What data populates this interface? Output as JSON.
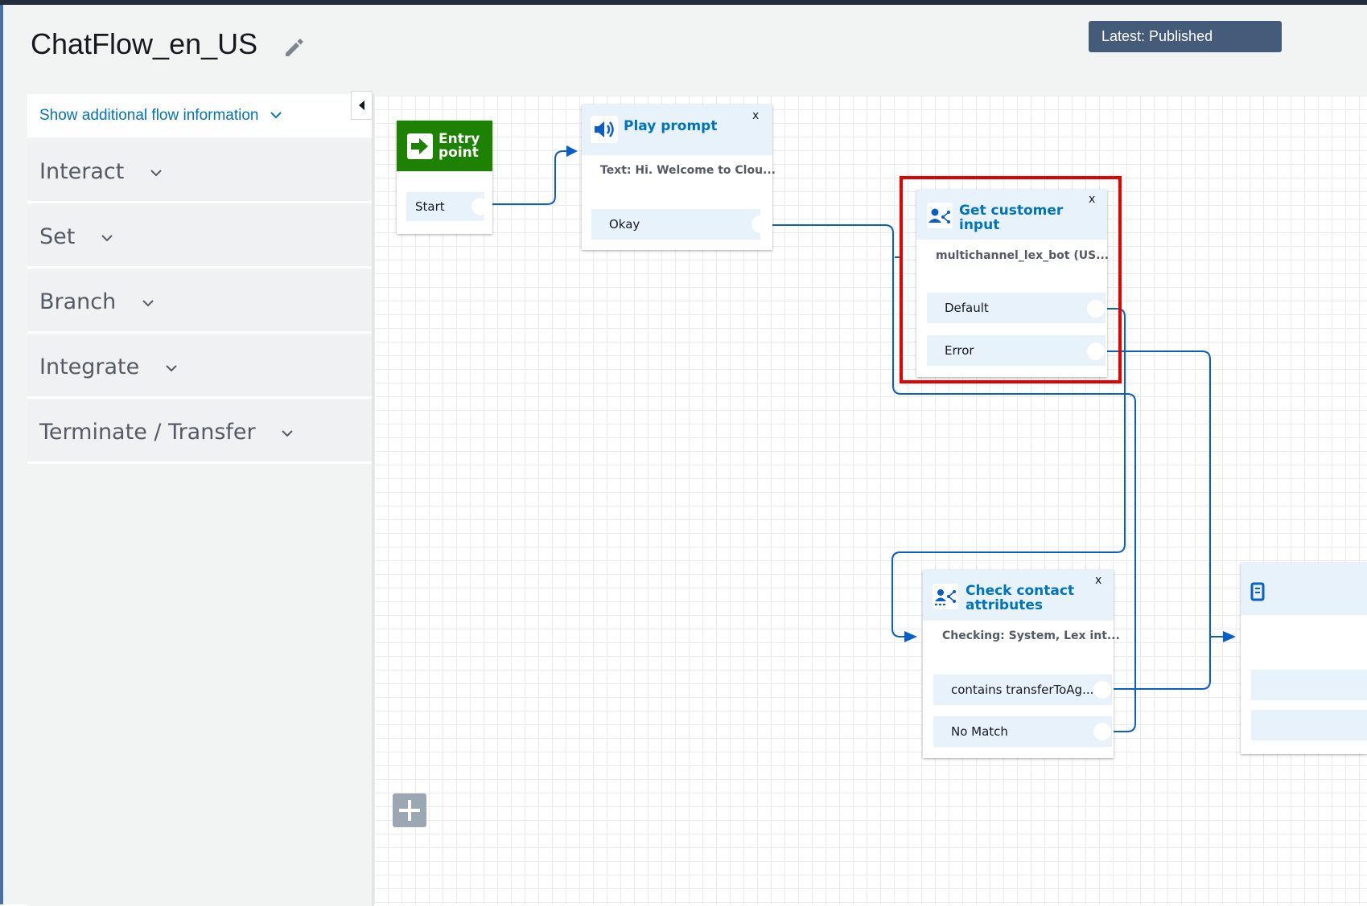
{
  "header": {
    "title": "ChatFlow_en_US",
    "version_status": "Latest: Published"
  },
  "sidebar": {
    "show_info_label": "Show additional flow information",
    "groups": [
      {
        "label": "Interact"
      },
      {
        "label": "Set"
      },
      {
        "label": "Branch"
      },
      {
        "label": "Integrate"
      },
      {
        "label": "Terminate / Transfer"
      }
    ]
  },
  "blocks": {
    "entry": {
      "title_line1": "Entry",
      "title_line2": "point",
      "branch": "Start"
    },
    "play_prompt": {
      "title": "Play prompt",
      "close": "x",
      "description": "Text: Hi. Welcome to Clou...",
      "branch": "Okay"
    },
    "get_input": {
      "title": "Get customer input",
      "close": "x",
      "description": "multichannel_lex_bot (US...",
      "branches": [
        "Default",
        "Error"
      ]
    },
    "check_attrs": {
      "title_line1": "Check contact",
      "title_line2": "attributes",
      "close": "x",
      "description": "Checking: System, Lex int...",
      "branches": [
        "contains transferToAg...",
        "No Match"
      ]
    }
  },
  "colors": {
    "accent": "#0073bb",
    "entry_green": "#1d8102",
    "highlight": "#e60000",
    "header_button": "#445c7a"
  },
  "icons": [
    "pencil-icon",
    "chevron-down-icon",
    "collapse-left-icon",
    "entry-arrow-icon",
    "speaker-icon",
    "customer-input-icon",
    "check-attributes-icon",
    "add-icon"
  ]
}
